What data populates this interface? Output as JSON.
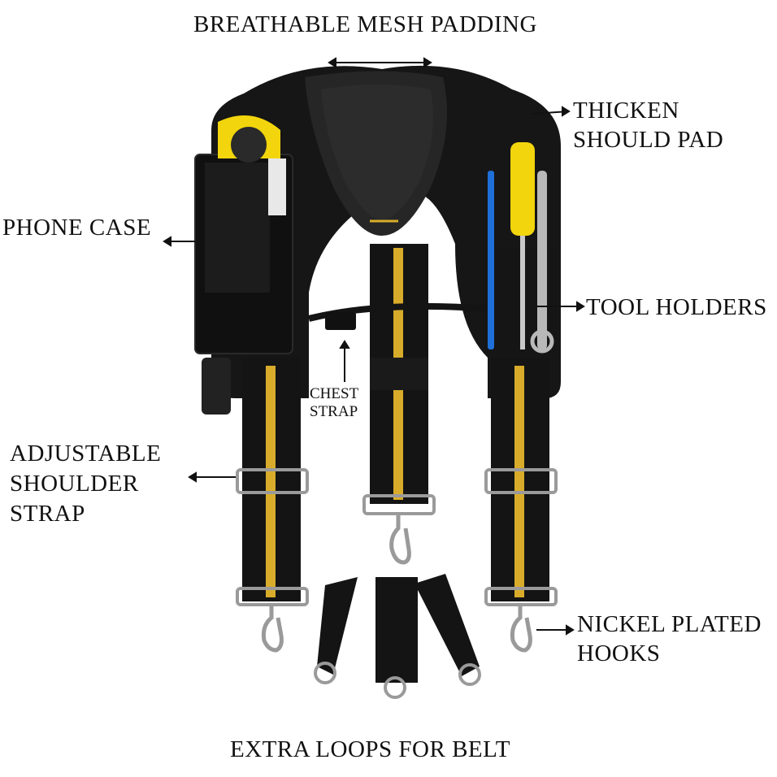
{
  "labels": {
    "mesh": "BREATHABLE MESH PADDING",
    "shoulder_pad_line1": "THICKEN",
    "shoulder_pad_line2": "SHOULD PAD",
    "phone_case": "PHONE CASE",
    "tool_holders": "TOOL HOLDERS",
    "chest_strap_line1": "CHEST",
    "chest_strap_line2": "STRAP",
    "adjustable_line1": "ADJUSTABLE",
    "adjustable_line2": "SHOULDER",
    "adjustable_line3": "STRAP",
    "hooks_line1": "NICKEL PLATED",
    "hooks_line2": "HOOKS",
    "extra_loops": "EXTRA LOOPS FOR BELT"
  },
  "colors": {
    "strap": "#141414",
    "stripe": "#d8ac2a",
    "mesh": "#1e1e1e",
    "metal": "#9a9a9a",
    "accent_yellow": "#f2d50c",
    "screwdriver_blue": "#1e6fd8"
  }
}
